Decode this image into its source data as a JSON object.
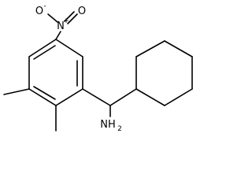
{
  "molecule": {
    "labels": {
      "nitro_o_left": "O",
      "nitro_o_left_charge": "-",
      "nitro_n": "N",
      "nitro_n_charge": "+",
      "nitro_o_right": "O",
      "amine_n": "NH",
      "amine_subscript": "2"
    }
  }
}
